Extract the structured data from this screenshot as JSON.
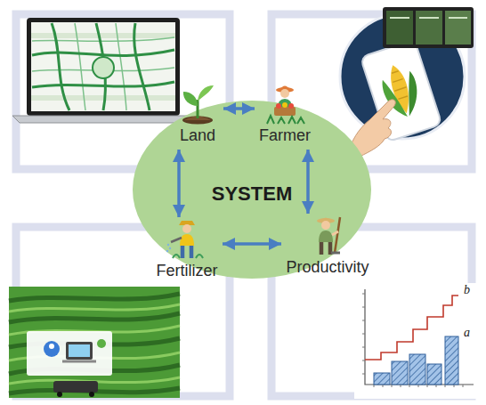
{
  "diagram": {
    "nodes": [
      {
        "text": [
          "SYSTEM"
        ]
      },
      {
        "text": [
          "Land"
        ],
        "in": 0
      },
      {
        "text": [
          "Farmer"
        ],
        "in": 0
      },
      {
        "text": [
          "Fertilizer"
        ],
        "in": 0
      },
      {
        "text": [
          "Productivity"
        ],
        "in": 0
      }
    ],
    "edges": [
      {
        "from": 1,
        "to": 2,
        "arrow": "both"
      },
      {
        "from": 1,
        "to": 3,
        "arrow": "both"
      },
      {
        "from": 2,
        "to": 4,
        "arrow": "both"
      },
      {
        "from": 3,
        "to": 4,
        "arrow": "both"
      }
    ],
    "labels": [
      "b",
      "a"
    ]
  }
}
